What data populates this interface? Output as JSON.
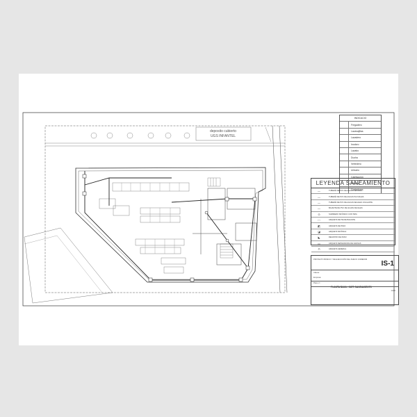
{
  "drawing": {
    "top_label_line1": "deposito cubierto",
    "top_label_line2": "UGS INFANTEL"
  },
  "room_legend": {
    "title": "INDICACIO",
    "items": [
      "Fregadero",
      "Lavavajillas",
      "Lavadero",
      "Inodoro",
      "Lavabo",
      "Ducha",
      "Vertedero",
      "Urinario",
      "Calefacción",
      "Caldera",
      "Contadores"
    ]
  },
  "sanitation_legend": {
    "title": "LEYENDA SANEAMIENTO",
    "items": [
      {
        "symbol": "—",
        "text": "TUBERÍA DE PVC DE AGUAS FECALES"
      },
      {
        "symbol": "—",
        "text": "TUBERÍA DE PVC DE AGUAS PLUVIALES"
      },
      {
        "symbol": "—",
        "text": "TUBERÍA DE PVC DE AGUAS FECALES COLGANTE"
      },
      {
        "symbol": "—",
        "text": "BAJANTE DE PVC DE AGUAS FECALES"
      },
      {
        "symbol": "⊙",
        "text": "SUMIDERO SIFÓNICO CON TAPA"
      },
      {
        "symbol": "□",
        "text": "ARQUETA DE PIE DE BAJANTE"
      },
      {
        "symbol": "◩",
        "text": "ARQUETA DE PASO"
      },
      {
        "symbol": "◪",
        "text": "ARQUETA SIFÓNICA"
      },
      {
        "symbol": "◣",
        "text": "REGISTRO DE PASO"
      },
      {
        "symbol": "▭",
        "text": "ARQUETA SEPARADORA DE GRASAS"
      },
      {
        "symbol": "⊓",
        "text": "ARQUETA GENERAL"
      }
    ]
  },
  "title_block": {
    "project": "PROYECTO BÁSICO Y DE EJECUCIÓN DEL NUEVO COMEDOR",
    "code": "IS-1",
    "cliente_label": "Cliente:",
    "empresa_label": "Empresa:",
    "plano_label": "Plano nº:",
    "plano_title": "PLANTA BAJA - INST. SANEAMIENTO",
    "escala": "1/100"
  }
}
